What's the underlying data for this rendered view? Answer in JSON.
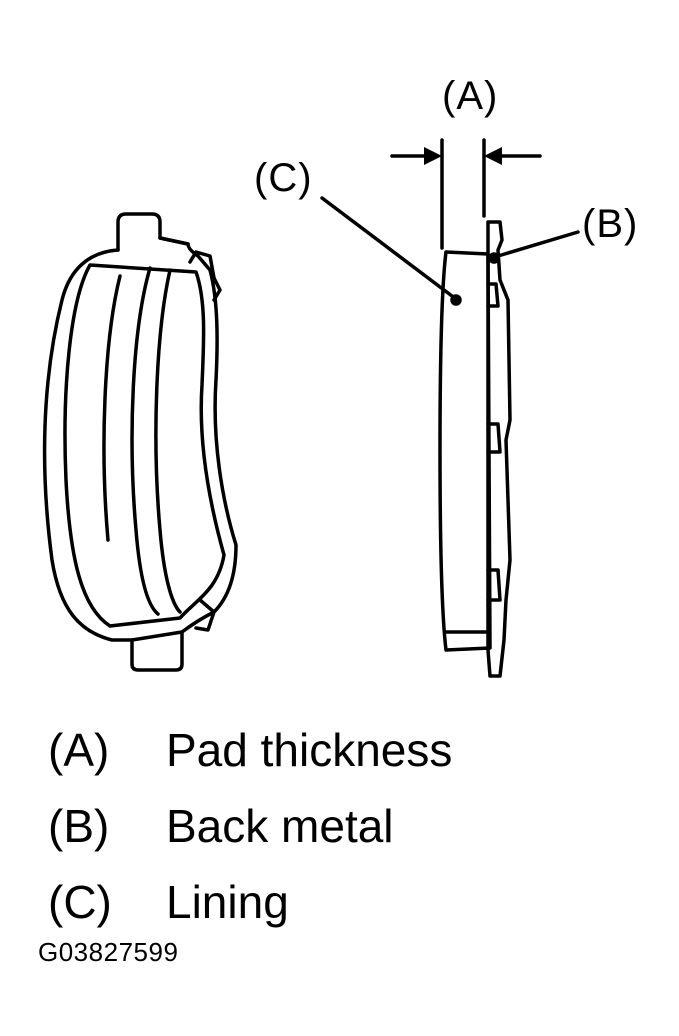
{
  "figure": {
    "front_view_label": "",
    "side_view_label": ""
  },
  "callouts": {
    "a": "(A)",
    "b": "(B)",
    "c": "(C)"
  },
  "legend": {
    "items": [
      {
        "key": "(A)",
        "text": "Pad thickness"
      },
      {
        "key": "(B)",
        "text": "Back metal"
      },
      {
        "key": "(C)",
        "text": "Lining"
      }
    ]
  },
  "figure_code": "G03827599"
}
